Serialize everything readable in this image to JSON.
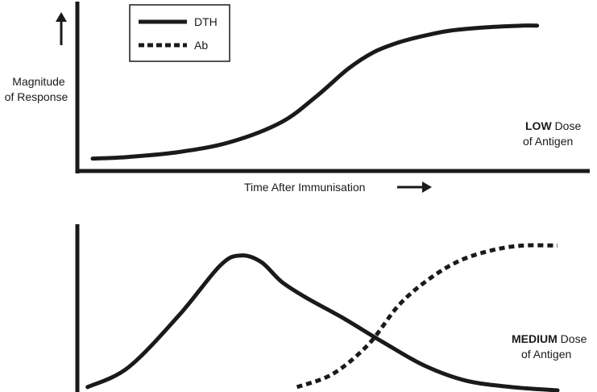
{
  "chart_data": [
    {
      "type": "line",
      "panel": "top",
      "ylabel_line1": "Magnitude",
      "ylabel_line2": "of Response",
      "xlabel": "Time After Immunisation",
      "label_bold": "LOW",
      "label_rest": " Dose",
      "label_line2": "of Antigen",
      "grid": false,
      "legend_position": "top-left",
      "xlim": [
        0,
        100
      ],
      "ylim": [
        0,
        100
      ],
      "series": [
        {
          "name": "DTH",
          "style": "solid",
          "x": [
            3,
            10,
            20,
            30,
            40,
            47,
            53,
            58,
            63,
            68,
            73,
            80,
            87,
            90
          ],
          "y": [
            6,
            7,
            10,
            16,
            28,
            44,
            60,
            70,
            76,
            80,
            83,
            85,
            86,
            86
          ]
        }
      ]
    },
    {
      "type": "line",
      "panel": "bottom",
      "label_bold": "MEDIUM",
      "label_rest": " Dose",
      "label_line2": "of Antigen",
      "grid": false,
      "xlim": [
        0,
        100
      ],
      "ylim": [
        0,
        100
      ],
      "series": [
        {
          "name": "DTH",
          "style": "solid",
          "x": [
            2,
            10,
            20,
            28,
            32,
            36,
            40,
            45,
            52,
            60,
            68,
            76,
            85,
            94
          ],
          "y": [
            2,
            14,
            46,
            76,
            82,
            78,
            66,
            56,
            44,
            29,
            15,
            6,
            2,
            0
          ]
        },
        {
          "name": "Ab",
          "style": "dashed",
          "x": [
            43,
            50,
            57,
            63,
            69,
            75,
            81,
            87,
            94
          ],
          "y": [
            2,
            10,
            28,
            52,
            68,
            79,
            85,
            88,
            88
          ]
        }
      ]
    }
  ],
  "legend": {
    "items": [
      {
        "label": "DTH",
        "style": "solid"
      },
      {
        "label": "Ab",
        "style": "dashed"
      }
    ]
  },
  "colors": {
    "ink": "#1a1a1a",
    "background": "#ffffff"
  }
}
